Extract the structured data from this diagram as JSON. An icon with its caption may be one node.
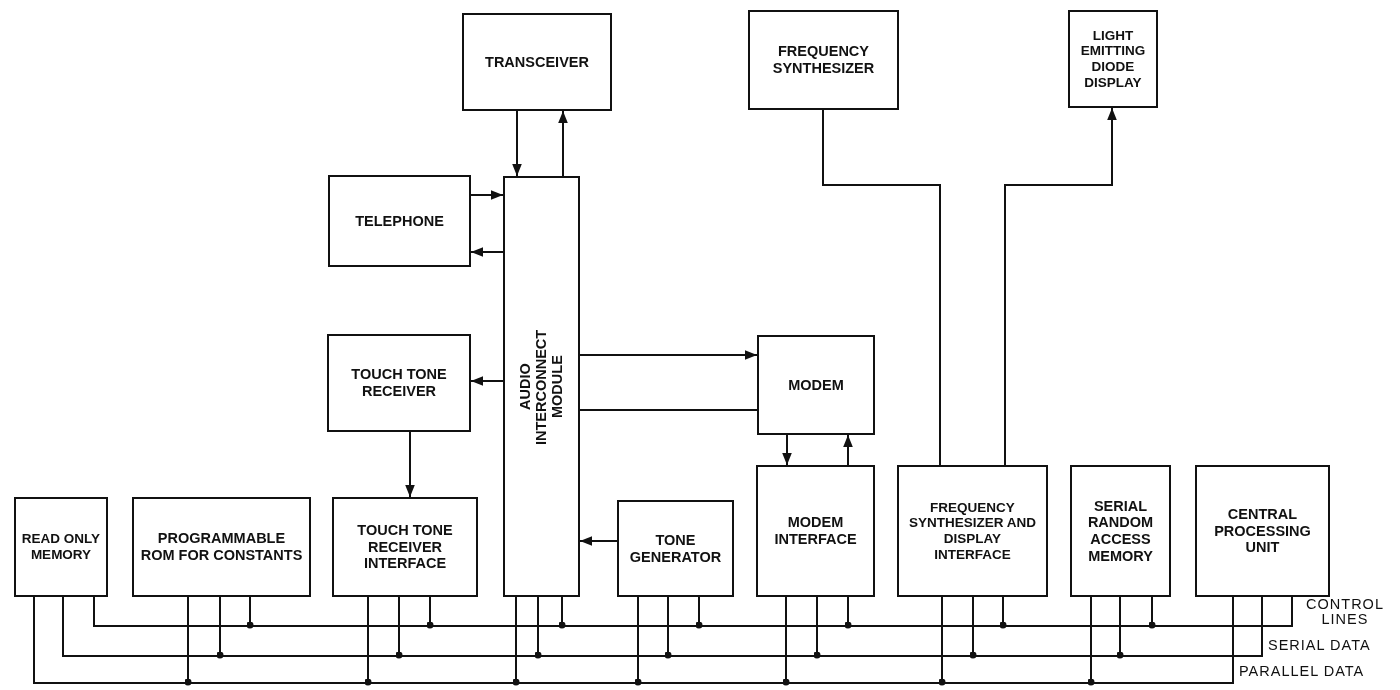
{
  "diagram": {
    "nodes": [
      {
        "text": [
          "TRANSCEIVER"
        ]
      },
      {
        "text": [
          "FREQUENCY SYNTHESIZER"
        ]
      },
      {
        "text": [
          "LIGHT EMITTING DIODE DISPLAY"
        ]
      },
      {
        "text": [
          "TELEPHONE"
        ]
      },
      {
        "text": [
          "AUDIO INTERCONNECT MODULE"
        ]
      },
      {
        "text": [
          "TOUCH TONE RECEIVER"
        ]
      },
      {
        "text": [
          "MODEM"
        ]
      },
      {
        "text": [
          "READ ONLY MEMORY"
        ]
      },
      {
        "text": [
          "PROGRAMMABLE ROM FOR CONSTANTS"
        ]
      },
      {
        "text": [
          "TOUCH TONE RECEIVER INTERFACE"
        ]
      },
      {
        "text": [
          "TONE GENERATOR"
        ]
      },
      {
        "text": [
          "MODEM INTERFACE"
        ]
      },
      {
        "text": [
          "FREQUENCY SYNTHESIZER AND DISPLAY INTERFACE"
        ]
      },
      {
        "text": [
          "SERIAL RANDOM ACCESS MEMORY"
        ]
      },
      {
        "text": [
          "CENTRAL PROCESSING UNIT"
        ]
      },
      {
        "text": [],
        "shape": "bar"
      },
      {
        "text": [],
        "shape": "bar"
      },
      {
        "text": [],
        "shape": "bar"
      }
    ],
    "labels": [
      "CONTROL LINES",
      "SERIAL DATA",
      "PARALLEL DATA"
    ],
    "edges": [
      {
        "from": 0,
        "to": 4,
        "arrow": "to"
      },
      {
        "from": 4,
        "to": 0,
        "arrow": "to"
      },
      {
        "from": 3,
        "to": 4,
        "arrow": "to"
      },
      {
        "from": 4,
        "to": 3,
        "arrow": "to"
      },
      {
        "from": 4,
        "to": 5,
        "arrow": "to"
      },
      {
        "from": 4,
        "to": 6,
        "arrow": "to"
      },
      {
        "from": 6,
        "to": 4,
        "arrow": "none"
      },
      {
        "from": 5,
        "to": 9,
        "arrow": "to"
      },
      {
        "from": 10,
        "to": 4,
        "arrow": "to"
      },
      {
        "from": 6,
        "to": 11,
        "arrow": "to"
      },
      {
        "from": 11,
        "to": 6,
        "arrow": "to"
      },
      {
        "from": 1,
        "to": 12,
        "arrow": "none"
      },
      {
        "from": 12,
        "to": 2,
        "arrow": "to"
      },
      {
        "from": 7,
        "to": 17,
        "arrow": "none"
      },
      {
        "from": 7,
        "to": 16,
        "arrow": "none"
      },
      {
        "from": 7,
        "to": 15,
        "arrow": "none"
      },
      {
        "from": 8,
        "to": 17,
        "arrow": "other"
      },
      {
        "from": 8,
        "to": 16,
        "arrow": "other"
      },
      {
        "from": 8,
        "to": 15,
        "arrow": "other"
      },
      {
        "from": 9,
        "to": 17,
        "arrow": "other"
      },
      {
        "from": 9,
        "to": 16,
        "arrow": "other"
      },
      {
        "from": 9,
        "to": 15,
        "arrow": "other"
      },
      {
        "from": 4,
        "to": 17,
        "arrow": "other"
      },
      {
        "from": 4,
        "to": 16,
        "arrow": "other"
      },
      {
        "from": 4,
        "to": 15,
        "arrow": "other"
      },
      {
        "from": 10,
        "to": 17,
        "arrow": "other"
      },
      {
        "from": 10,
        "to": 16,
        "arrow": "other"
      },
      {
        "from": 10,
        "to": 15,
        "arrow": "other"
      },
      {
        "from": 11,
        "to": 17,
        "arrow": "other"
      },
      {
        "from": 11,
        "to": 16,
        "arrow": "other"
      },
      {
        "from": 11,
        "to": 15,
        "arrow": "other"
      },
      {
        "from": 12,
        "to": 17,
        "arrow": "other"
      },
      {
        "from": 12,
        "to": 16,
        "arrow": "other"
      },
      {
        "from": 12,
        "to": 15,
        "arrow": "other"
      },
      {
        "from": 13,
        "to": 17,
        "arrow": "other"
      },
      {
        "from": 13,
        "to": 16,
        "arrow": "other"
      },
      {
        "from": 13,
        "to": 15,
        "arrow": "other"
      },
      {
        "from": 14,
        "to": 17,
        "arrow": "none"
      },
      {
        "from": 14,
        "to": 16,
        "arrow": "none"
      },
      {
        "from": 14,
        "to": 15,
        "arrow": "none"
      }
    ]
  }
}
